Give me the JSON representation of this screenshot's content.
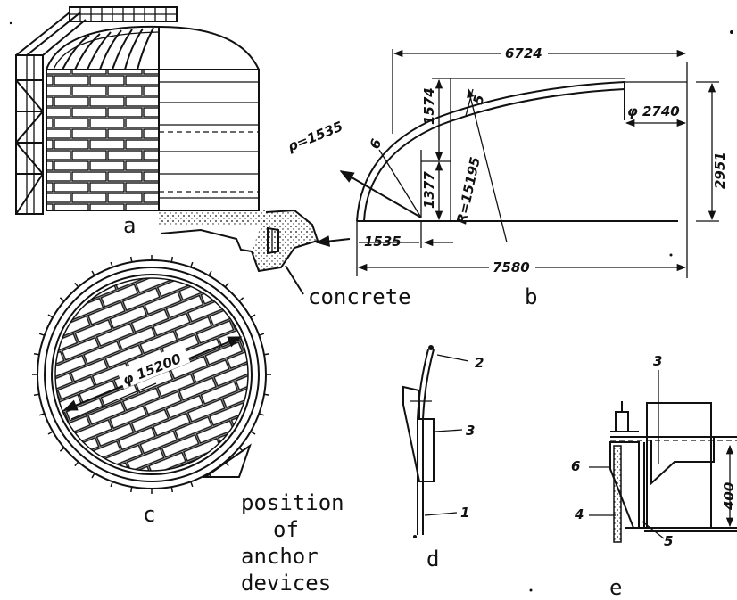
{
  "labels": {
    "a": "a",
    "b": "b",
    "c": "c",
    "d": "d",
    "e": "e",
    "concrete": "concrete",
    "anchor_line1": "position",
    "anchor_line2": "of",
    "anchor_line3": "anchor",
    "anchor_line4": "devices"
  },
  "dimensions_b": {
    "total_width_top": "6724",
    "total_width_bottom": "7580",
    "left_offset": "1535",
    "height_total": "2951",
    "height_upper": "1574",
    "height_lower": "1377",
    "radius_small": "ρ=1535",
    "radius_large": "R=15195",
    "diameter_top": "φ 2740",
    "thick_6": "6",
    "thick_5": "5"
  },
  "dimensions_c": {
    "diameter": "φ 15200"
  },
  "parts_d": {
    "n1": "1",
    "n2": "2",
    "n3": "3"
  },
  "parts_e": {
    "n3": "3",
    "n4": "4",
    "n5": "5",
    "n6": "6",
    "height": "400"
  }
}
